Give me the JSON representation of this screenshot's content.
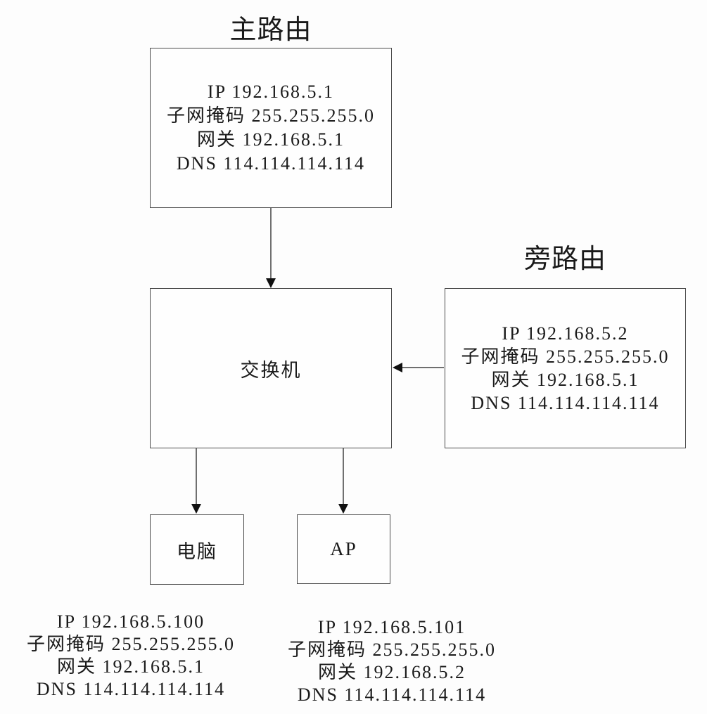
{
  "colors": {
    "background": "#fdfdfd",
    "ink": "#1a1a1a",
    "connector_line": "#404040",
    "box_border": "#4a4a4a"
  },
  "nodes": {
    "main_router": {
      "title": "主路由",
      "config": [
        "IP 192.168.5.1",
        "子网掩码 255.255.255.0",
        "网关 192.168.5.1",
        "DNS 114.114.114.114"
      ]
    },
    "switch": {
      "label": "交换机"
    },
    "side_router": {
      "title": "旁路由",
      "config": [
        "IP 192.168.5.2",
        "子网掩码 255.255.255.0",
        "网关 192.168.5.1",
        "DNS 114.114.114.114"
      ]
    },
    "pc": {
      "label": "电脑",
      "config": [
        "IP 192.168.5.100",
        "子网掩码 255.255.255.0",
        "网关 192.168.5.1",
        "DNS 114.114.114.114"
      ]
    },
    "ap": {
      "label": "AP",
      "config": [
        "IP 192.168.5.101",
        "子网掩码 255.255.255.0",
        "网关 192.168.5.2",
        "DNS 114.114.114.114"
      ]
    }
  },
  "connections": [
    {
      "from": "主路由",
      "to": "交换机",
      "direction": "down"
    },
    {
      "from": "旁路由",
      "to": "交换机",
      "direction": "left"
    },
    {
      "from": "交换机",
      "to": "电脑",
      "direction": "down"
    },
    {
      "from": "交换机",
      "to": "AP",
      "direction": "down"
    }
  ]
}
